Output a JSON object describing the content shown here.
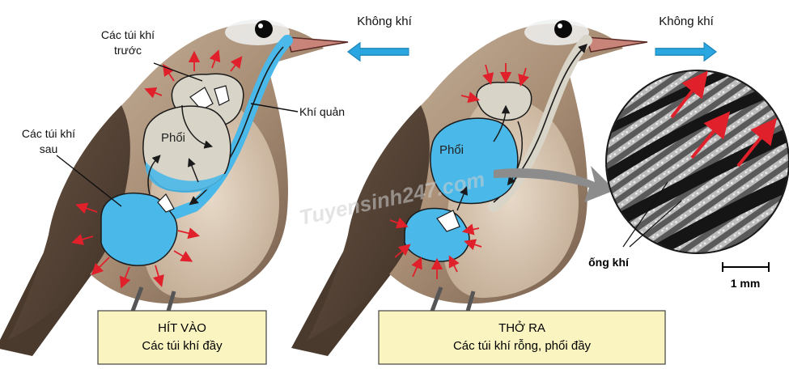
{
  "left_panel": {
    "anterior_sacs": [
      "Các túi khí",
      "trước"
    ],
    "posterior_sacs": [
      "Các túi khí",
      "sau"
    ],
    "lung": "Phổi",
    "trachea": "Khí quản",
    "air": "Không khí",
    "caption_title": "HÍT VÀO",
    "caption_sub": "Các túi khí đầy"
  },
  "right_panel": {
    "lung": "Phổi",
    "air": "Không khí",
    "caption_title": "THỞ RA",
    "caption_sub": "Các túi khí rỗng, phổi đầy"
  },
  "micrograph": {
    "tube_label": "ống khí",
    "scale": "1 mm"
  },
  "watermark": "Tuyensinh247.com",
  "colors": {
    "air_sac_blue": "#4ab8e8",
    "lung_gray": "#d8d4c8",
    "arrow_red": "#e0202a",
    "caption_fill": "#faf4c0",
    "air_arrow_blue": "#2aa6e0"
  }
}
